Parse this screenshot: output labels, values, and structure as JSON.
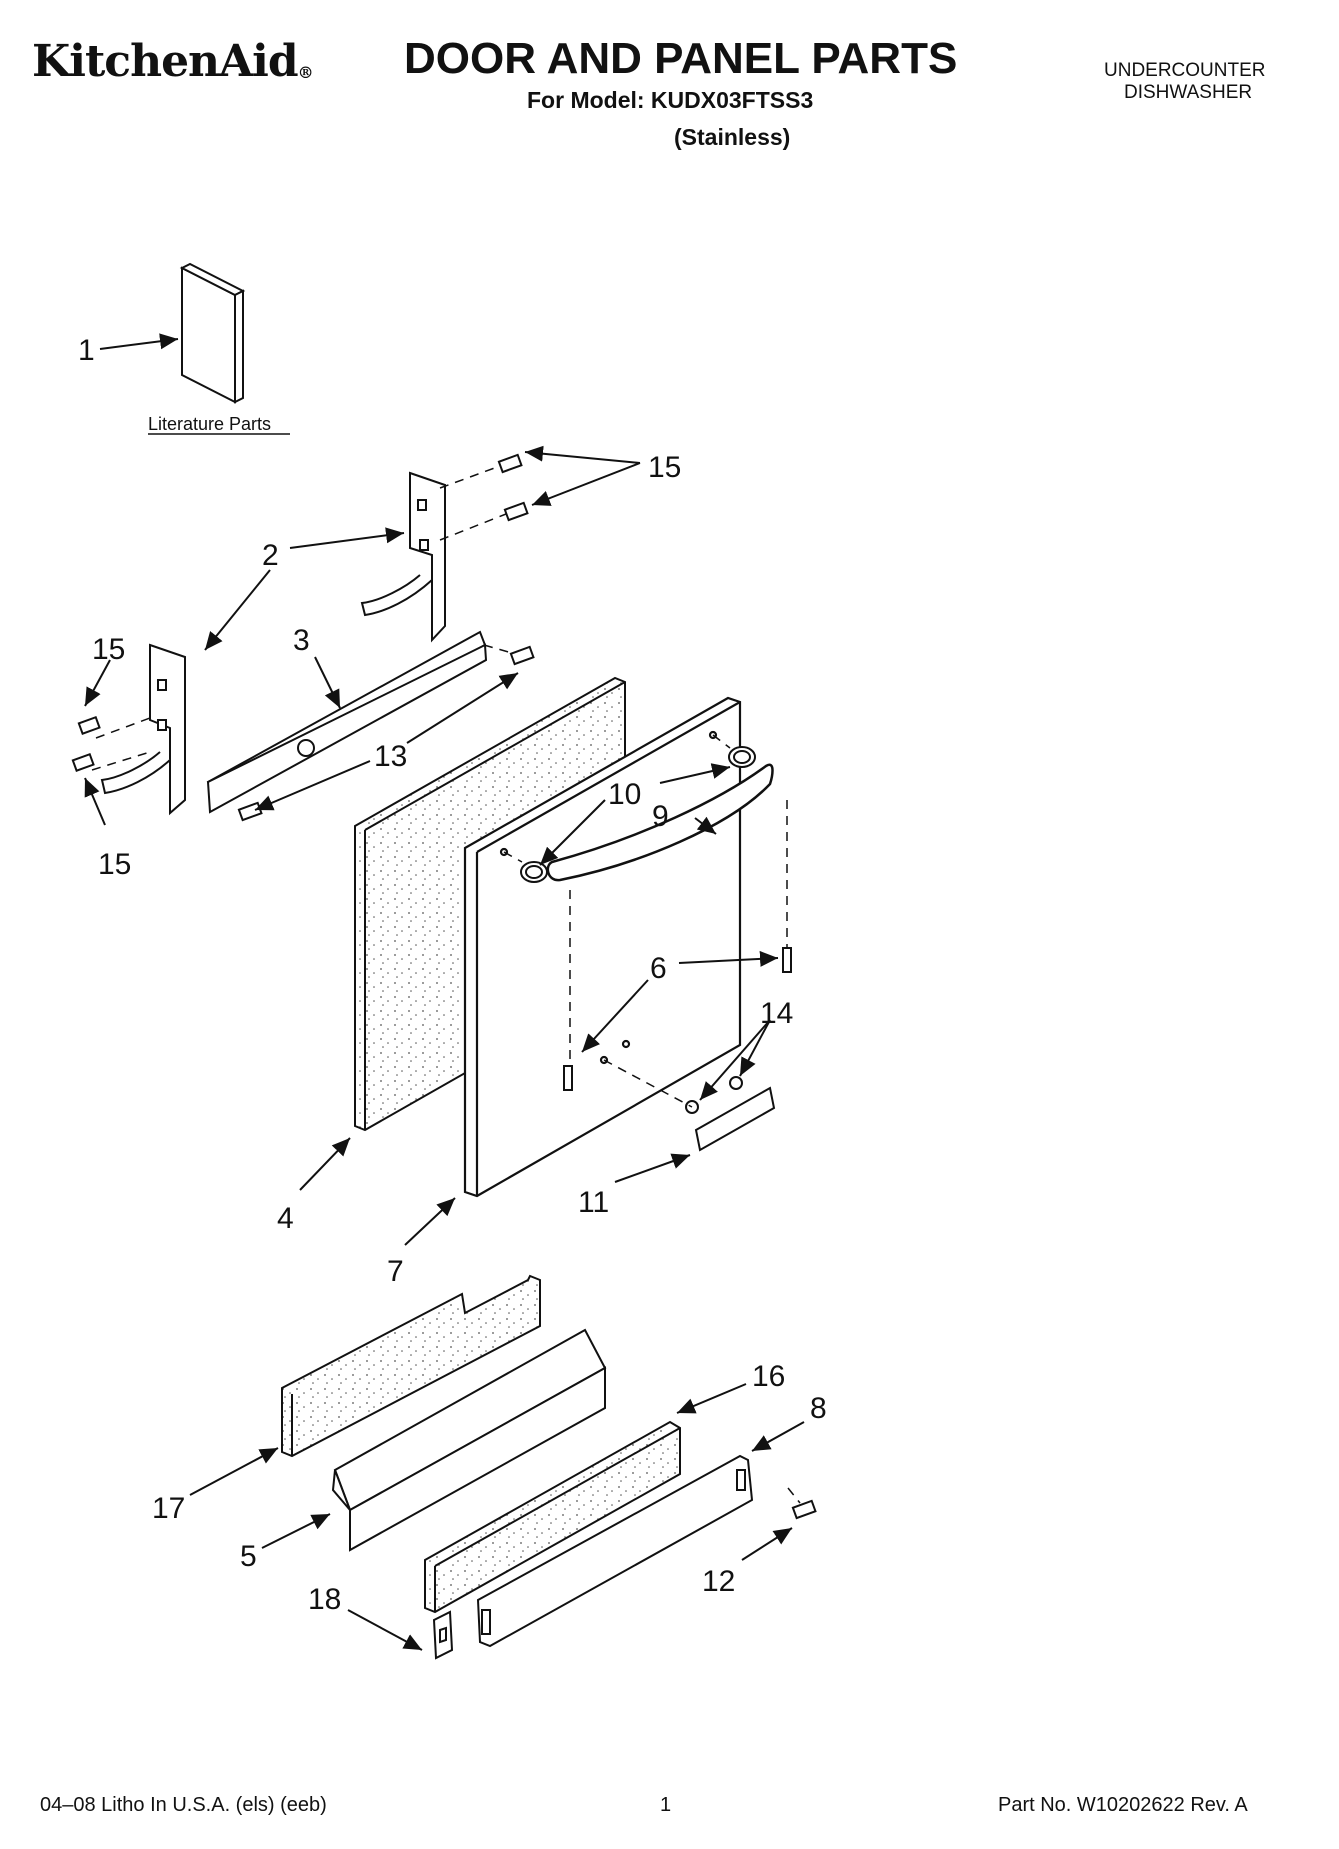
{
  "header": {
    "brand": "KitchenAid",
    "brand_mark": "®",
    "title": "DOOR AND PANEL PARTS",
    "model_line": "For Model: KUDX03FTSS3",
    "finish": "(Stainless)",
    "category_line1": "UNDERCOUNTER",
    "category_line2": "DISHWASHER"
  },
  "diagram": {
    "literature_label": "Literature Parts",
    "callouts": [
      "1",
      "15",
      "2",
      "15",
      "3",
      "13",
      "15",
      "10",
      "9",
      "6",
      "14",
      "4",
      "7",
      "11",
      "16",
      "8",
      "17",
      "5",
      "12",
      "18"
    ]
  },
  "footer": {
    "litho": "04–08 Litho In U.S.A. (els) (eeb)",
    "page": "1",
    "part_no": "Part No. W10202622 Rev. A"
  }
}
